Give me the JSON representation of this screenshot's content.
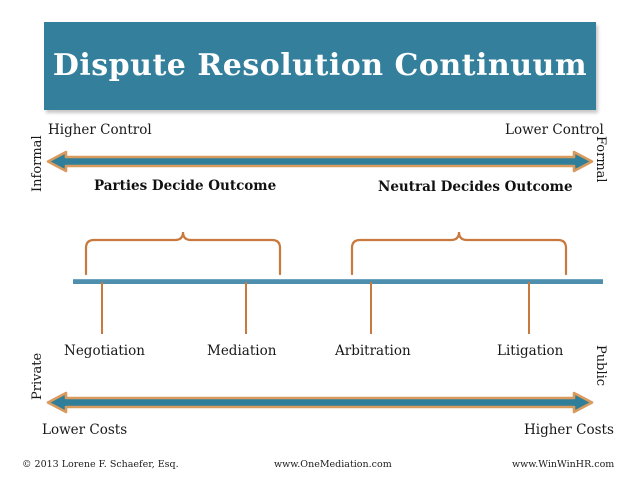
{
  "title": {
    "text": "Dispute Resolution Continuum",
    "banner_color": "#337f9c",
    "text_color": "#ffffff"
  },
  "colors": {
    "teal": "#337f9c",
    "teal_line": "#4e8fae",
    "orange": "#c8793e",
    "arrow_fill": "#2f7f9b",
    "arrow_border": "#d99a5e"
  },
  "axis_labels": {
    "top_left": "Higher Control",
    "top_right": "Lower Control",
    "bottom_left": "Lower Costs",
    "bottom_right": "Higher Costs",
    "side_top_left": "Informal",
    "side_top_right": "Formal",
    "side_bottom_left": "Private",
    "side_bottom_right": "Public"
  },
  "groups": [
    {
      "label": "Parties Decide Outcome"
    },
    {
      "label": "Neutral Decides Outcome"
    }
  ],
  "processes": [
    {
      "label": "Negotiation"
    },
    {
      "label": "Mediation"
    },
    {
      "label": "Arbitration"
    },
    {
      "label": "Litigation"
    }
  ],
  "footer": {
    "copyright": "© 2013 Lorene F. Schaefer, Esq.",
    "site_one": "www.OneMediation.com",
    "site_two": "www.WinWinHR.com"
  }
}
